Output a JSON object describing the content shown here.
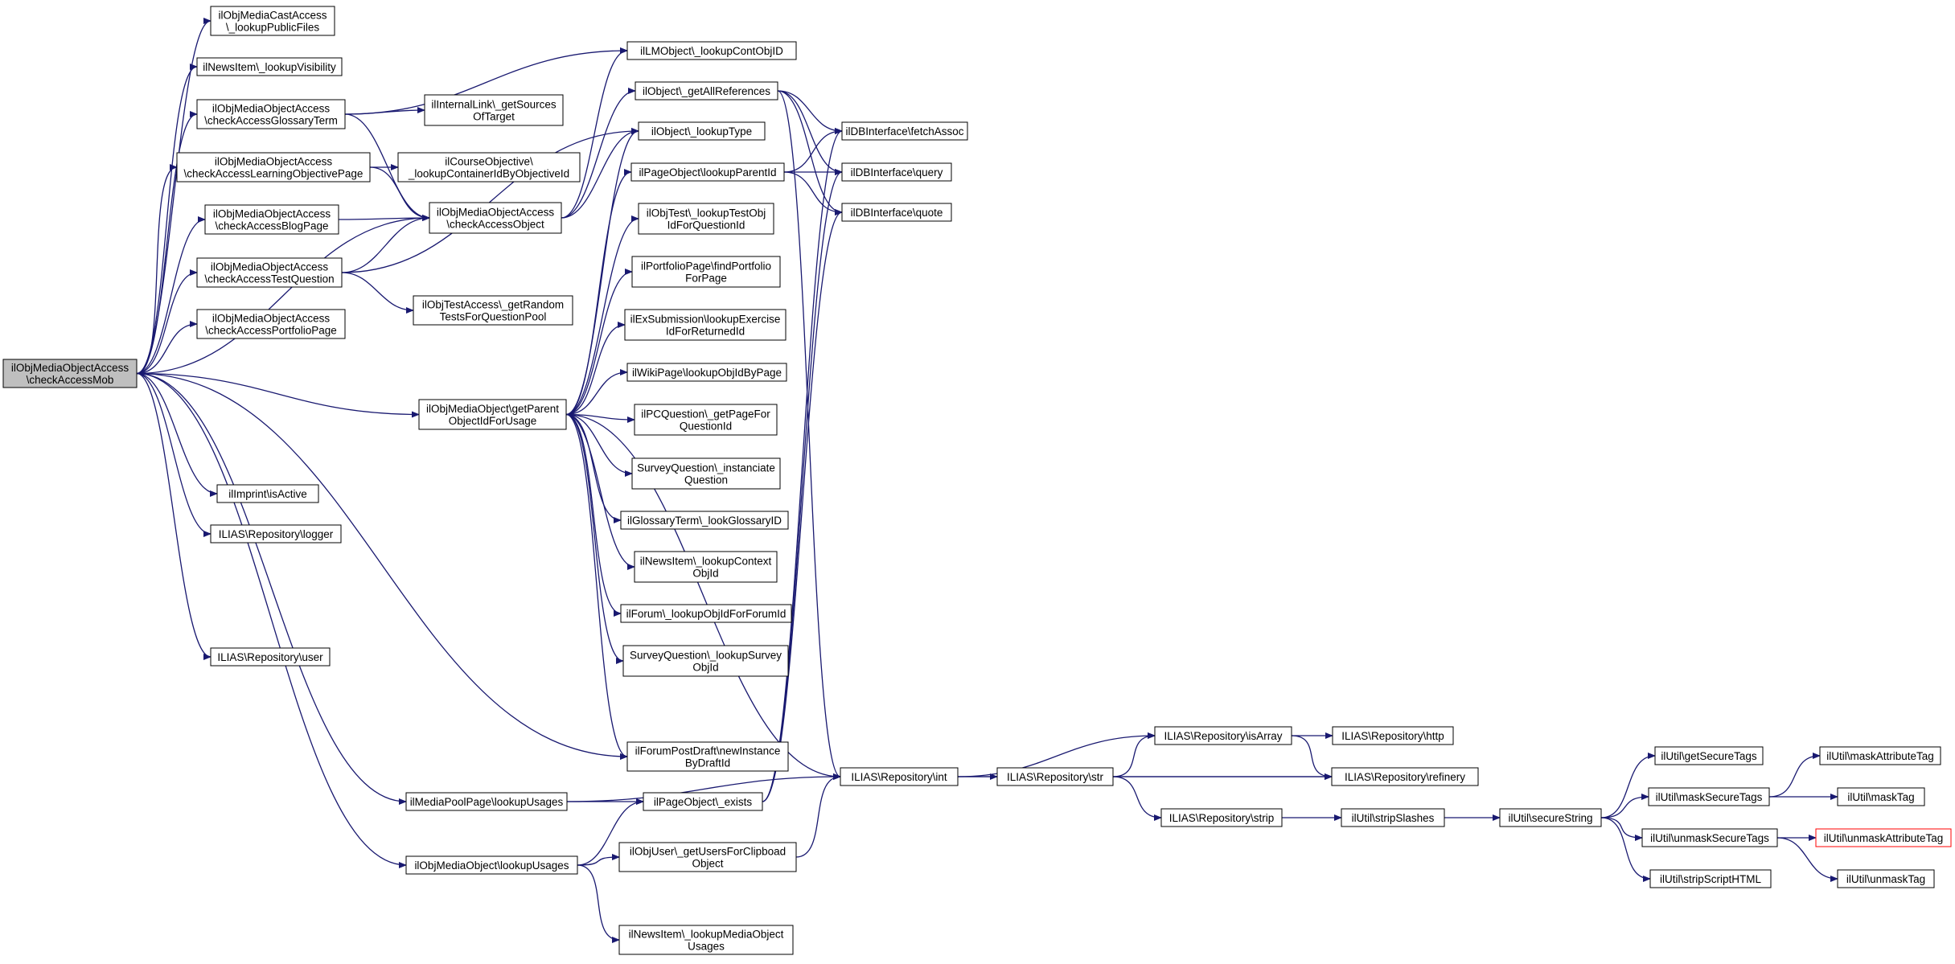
{
  "colors": {
    "edge": "#191970",
    "node_border": "#000000",
    "root_fill": "#bfbfbf",
    "highlight_border": "#ff0000"
  },
  "nodes": [
    {
      "id": "root",
      "lines": [
        "ilObjMediaObjectAccess",
        "\\checkAccessMob"
      ],
      "style": "root"
    },
    {
      "id": "castPublic",
      "lines": [
        "ilObjMediaCastAccess",
        "\\_lookupPublicFiles"
      ]
    },
    {
      "id": "newsVis",
      "lines": [
        "ilNewsItem\\_lookupVisibility"
      ]
    },
    {
      "id": "glossTerm",
      "lines": [
        "ilObjMediaObjectAccess",
        "\\checkAccessGlossaryTerm"
      ]
    },
    {
      "id": "learnObj",
      "lines": [
        "ilObjMediaObjectAccess",
        "\\checkAccessLearningObjectivePage"
      ]
    },
    {
      "id": "blogPage",
      "lines": [
        "ilObjMediaObjectAccess",
        "\\checkAccessBlogPage"
      ]
    },
    {
      "id": "testQ",
      "lines": [
        "ilObjMediaObjectAccess",
        "\\checkAccessTestQuestion"
      ]
    },
    {
      "id": "portfolio",
      "lines": [
        "ilObjMediaObjectAccess",
        "\\checkAccessPortfolioPage"
      ]
    },
    {
      "id": "imprint",
      "lines": [
        "ilImprint\\isActive"
      ]
    },
    {
      "id": "logger",
      "lines": [
        "ILIAS\\Repository\\logger"
      ]
    },
    {
      "id": "user",
      "lines": [
        "ILIAS\\Repository\\user"
      ]
    },
    {
      "id": "lmCont",
      "lines": [
        "ilLMObject\\_lookupContObjID"
      ]
    },
    {
      "id": "internalLink",
      "lines": [
        "ilInternalLink\\_getSources",
        "OfTarget"
      ]
    },
    {
      "id": "courseObj",
      "lines": [
        "ilCourseObjective\\",
        "_lookupContainerIdByObjectiveId"
      ]
    },
    {
      "id": "checkAccessObj",
      "lines": [
        "ilObjMediaObjectAccess",
        "\\checkAccessObject"
      ]
    },
    {
      "id": "testRandom",
      "lines": [
        "ilObjTestAccess\\_getRandom",
        "TestsForQuestionPool"
      ]
    },
    {
      "id": "getParent",
      "lines": [
        "ilObjMediaObject\\getParent",
        "ObjectIdForUsage"
      ]
    },
    {
      "id": "mpLookup",
      "lines": [
        "ilMediaPoolPage\\lookupUsages"
      ]
    },
    {
      "id": "moLookup",
      "lines": [
        "ilObjMediaObject\\lookupUsages"
      ]
    },
    {
      "id": "getAllRefs",
      "lines": [
        "ilObject\\_getAllReferences"
      ]
    },
    {
      "id": "lookupType",
      "lines": [
        "ilObject\\_lookupType"
      ]
    },
    {
      "id": "pageParent",
      "lines": [
        "ilPageObject\\lookupParentId"
      ]
    },
    {
      "id": "testObj",
      "lines": [
        "ilObjTest\\_lookupTestObj",
        "IdForQuestionId"
      ]
    },
    {
      "id": "portfolioFind",
      "lines": [
        "ilPortfolioPage\\findPortfolio",
        "ForPage"
      ]
    },
    {
      "id": "exSub",
      "lines": [
        "ilExSubmission\\lookupExercise",
        "IdForReturnedId"
      ]
    },
    {
      "id": "wiki",
      "lines": [
        "ilWikiPage\\lookupObjIdByPage"
      ]
    },
    {
      "id": "pcQ",
      "lines": [
        "ilPCQuestion\\_getPageFor",
        "QuestionId"
      ]
    },
    {
      "id": "surveyInst",
      "lines": [
        "SurveyQuestion\\_instanciate",
        "Question"
      ]
    },
    {
      "id": "glossLook",
      "lines": [
        "ilGlossaryTerm\\_lookGlossaryID"
      ]
    },
    {
      "id": "newsCtx",
      "lines": [
        "ilNewsItem\\_lookupContext",
        "ObjId"
      ]
    },
    {
      "id": "forum",
      "lines": [
        "ilForum\\_lookupObjIdForForumId"
      ]
    },
    {
      "id": "surveyLook",
      "lines": [
        "SurveyQuestion\\_lookupSurvey",
        "ObjId"
      ]
    },
    {
      "id": "forumDraft",
      "lines": [
        "ilForumPostDraft\\newInstance",
        "ByDraftId"
      ]
    },
    {
      "id": "pageExists",
      "lines": [
        "ilPageObject\\_exists"
      ]
    },
    {
      "id": "clipboard",
      "lines": [
        "ilObjUser\\_getUsersForClipboad",
        "Object"
      ]
    },
    {
      "id": "newsMedia",
      "lines": [
        "ilNewsItem\\_lookupMediaObject",
        "Usages"
      ]
    },
    {
      "id": "fetchAssoc",
      "lines": [
        "ilDBInterface\\fetchAssoc"
      ]
    },
    {
      "id": "query",
      "lines": [
        "ilDBInterface\\query"
      ]
    },
    {
      "id": "quote",
      "lines": [
        "ilDBInterface\\quote"
      ]
    },
    {
      "id": "repoInt",
      "lines": [
        "ILIAS\\Repository\\int"
      ]
    },
    {
      "id": "repoStr",
      "lines": [
        "ILIAS\\Repository\\str"
      ]
    },
    {
      "id": "isArray",
      "lines": [
        "ILIAS\\Repository\\isArray"
      ]
    },
    {
      "id": "repoStrip",
      "lines": [
        "ILIAS\\Repository\\strip"
      ]
    },
    {
      "id": "http",
      "lines": [
        "ILIAS\\Repository\\http"
      ]
    },
    {
      "id": "refinery",
      "lines": [
        "ILIAS\\Repository\\refinery"
      ]
    },
    {
      "id": "stripSlashes",
      "lines": [
        "ilUtil\\stripSlashes"
      ]
    },
    {
      "id": "secureString",
      "lines": [
        "ilUtil\\secureString"
      ]
    },
    {
      "id": "getSecureTags",
      "lines": [
        "ilUtil\\getSecureTags"
      ]
    },
    {
      "id": "maskSecure",
      "lines": [
        "ilUtil\\maskSecureTags"
      ]
    },
    {
      "id": "unmaskSecure",
      "lines": [
        "ilUtil\\unmaskSecureTags"
      ]
    },
    {
      "id": "stripScript",
      "lines": [
        "ilUtil\\stripScriptHTML"
      ]
    },
    {
      "id": "maskAttr",
      "lines": [
        "ilUtil\\maskAttributeTag"
      ]
    },
    {
      "id": "maskTag",
      "lines": [
        "ilUtil\\maskTag"
      ]
    },
    {
      "id": "unmaskAttr",
      "lines": [
        "ilUtil\\unmaskAttributeTag"
      ],
      "style": "highlight"
    },
    {
      "id": "unmaskTag",
      "lines": [
        "ilUtil\\unmaskTag"
      ]
    }
  ],
  "edges": [
    [
      "root",
      "castPublic"
    ],
    [
      "root",
      "newsVis"
    ],
    [
      "root",
      "glossTerm"
    ],
    [
      "root",
      "learnObj"
    ],
    [
      "root",
      "blogPage"
    ],
    [
      "root",
      "testQ"
    ],
    [
      "root",
      "portfolio"
    ],
    [
      "root",
      "checkAccessObj"
    ],
    [
      "root",
      "getParent"
    ],
    [
      "root",
      "imprint"
    ],
    [
      "root",
      "logger"
    ],
    [
      "root",
      "user"
    ],
    [
      "root",
      "forumDraft"
    ],
    [
      "root",
      "mpLookup"
    ],
    [
      "root",
      "moLookup"
    ],
    [
      "glossTerm",
      "lmCont"
    ],
    [
      "glossTerm",
      "internalLink"
    ],
    [
      "glossTerm",
      "checkAccessObj"
    ],
    [
      "learnObj",
      "courseObj"
    ],
    [
      "learnObj",
      "checkAccessObj"
    ],
    [
      "blogPage",
      "checkAccessObj"
    ],
    [
      "testQ",
      "checkAccessObj"
    ],
    [
      "testQ",
      "testRandom"
    ],
    [
      "testQ",
      "lookupType"
    ],
    [
      "checkAccessObj",
      "lmCont"
    ],
    [
      "checkAccessObj",
      "getAllRefs"
    ],
    [
      "checkAccessObj",
      "lookupType"
    ],
    [
      "getParent",
      "lookupType"
    ],
    [
      "getParent",
      "pageParent"
    ],
    [
      "getParent",
      "testObj"
    ],
    [
      "getParent",
      "portfolioFind"
    ],
    [
      "getParent",
      "exSub"
    ],
    [
      "getParent",
      "wiki"
    ],
    [
      "getParent",
      "pcQ"
    ],
    [
      "getParent",
      "surveyInst"
    ],
    [
      "getParent",
      "glossLook"
    ],
    [
      "getParent",
      "newsCtx"
    ],
    [
      "getParent",
      "forum"
    ],
    [
      "getParent",
      "surveyLook"
    ],
    [
      "getParent",
      "forumDraft"
    ],
    [
      "getParent",
      "repoInt"
    ],
    [
      "mpLookup",
      "pageExists"
    ],
    [
      "mpLookup",
      "repoInt"
    ],
    [
      "moLookup",
      "pageExists"
    ],
    [
      "moLookup",
      "clipboard"
    ],
    [
      "moLookup",
      "newsMedia"
    ],
    [
      "getAllRefs",
      "fetchAssoc"
    ],
    [
      "getAllRefs",
      "query"
    ],
    [
      "getAllRefs",
      "quote"
    ],
    [
      "getAllRefs",
      "repoInt"
    ],
    [
      "pageParent",
      "fetchAssoc"
    ],
    [
      "pageParent",
      "query"
    ],
    [
      "pageParent",
      "quote"
    ],
    [
      "pageExists",
      "fetchAssoc"
    ],
    [
      "pageExists",
      "query"
    ],
    [
      "pageExists",
      "quote"
    ],
    [
      "clipboard",
      "repoInt"
    ],
    [
      "repoInt",
      "isArray"
    ],
    [
      "repoInt",
      "repoStr"
    ],
    [
      "repoInt",
      "refinery"
    ],
    [
      "repoStr",
      "isArray"
    ],
    [
      "repoStr",
      "refinery"
    ],
    [
      "repoStr",
      "repoStrip"
    ],
    [
      "isArray",
      "http"
    ],
    [
      "isArray",
      "refinery"
    ],
    [
      "repoStrip",
      "stripSlashes"
    ],
    [
      "stripSlashes",
      "secureString"
    ],
    [
      "secureString",
      "getSecureTags"
    ],
    [
      "secureString",
      "maskSecure"
    ],
    [
      "secureString",
      "unmaskSecure"
    ],
    [
      "secureString",
      "stripScript"
    ],
    [
      "maskSecure",
      "maskAttr"
    ],
    [
      "maskSecure",
      "maskTag"
    ],
    [
      "unmaskSecure",
      "unmaskAttr"
    ],
    [
      "unmaskSecure",
      "unmaskTag"
    ]
  ]
}
